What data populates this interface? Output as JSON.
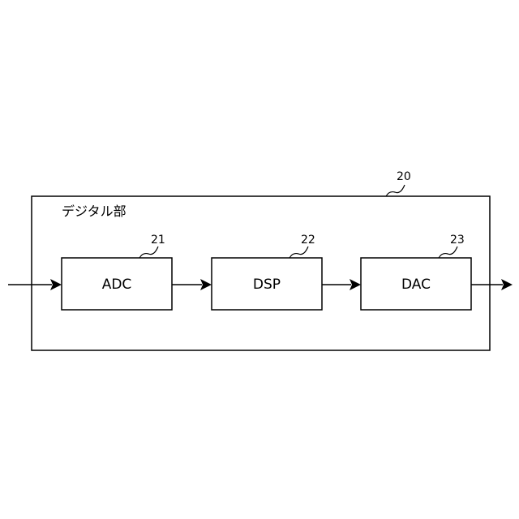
{
  "diagram": {
    "container": {
      "label": "デジタル部",
      "ref": "20"
    },
    "blocks": [
      {
        "label": "ADC",
        "ref": "21"
      },
      {
        "label": "DSP",
        "ref": "22"
      },
      {
        "label": "DAC",
        "ref": "23"
      }
    ]
  }
}
